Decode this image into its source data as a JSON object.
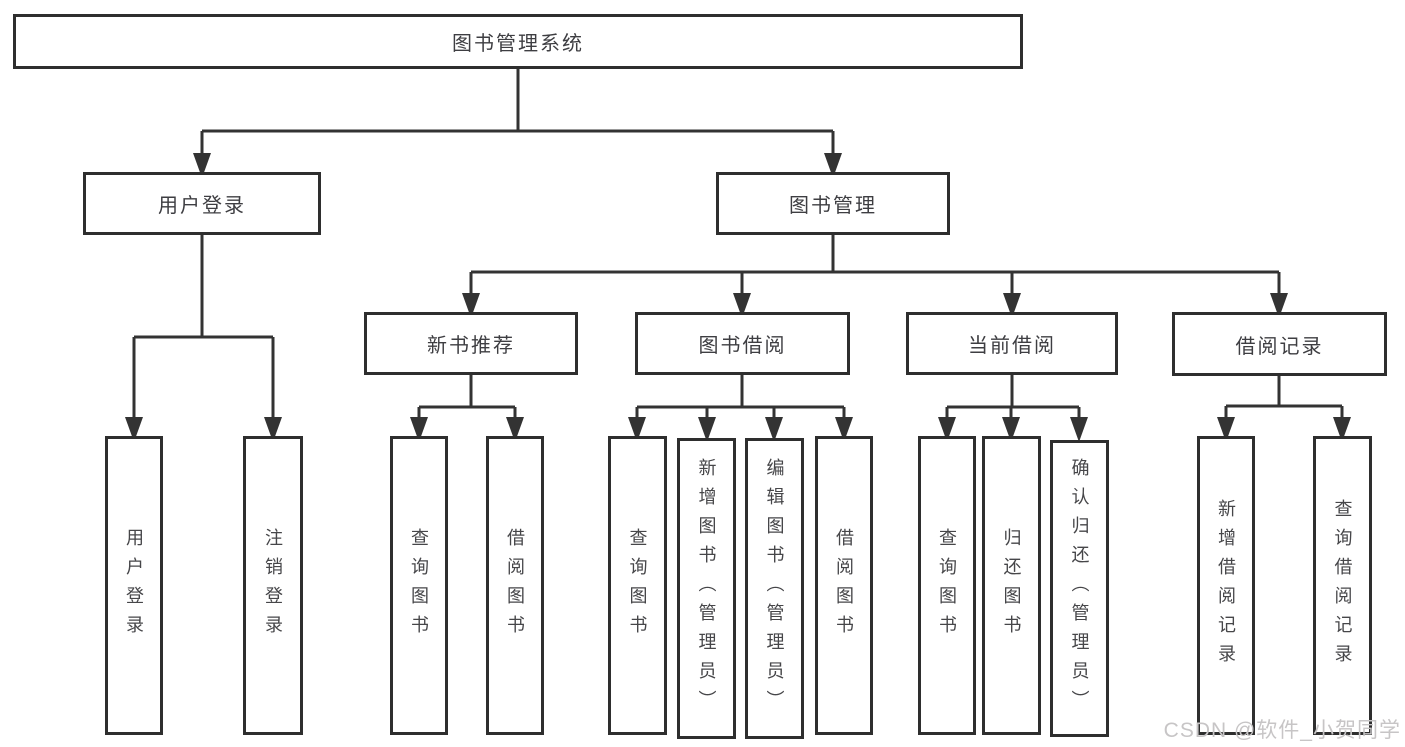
{
  "tree": {
    "root": {
      "label": "图书管理系统",
      "children": [
        {
          "label": "用户登录",
          "children": [
            {
              "label": "用户登录"
            },
            {
              "label": "注销登录"
            }
          ]
        },
        {
          "label": "图书管理",
          "children": [
            {
              "label": "新书推荐",
              "children": [
                {
                  "label": "查询图书"
                },
                {
                  "label": "借阅图书"
                }
              ]
            },
            {
              "label": "图书借阅",
              "children": [
                {
                  "label": "查询图书"
                },
                {
                  "label": "新增图书（管理员）"
                },
                {
                  "label": "编辑图书（管理员）"
                },
                {
                  "label": "借阅图书"
                }
              ]
            },
            {
              "label": "当前借阅",
              "children": [
                {
                  "label": "查询图书"
                },
                {
                  "label": "归还图书"
                },
                {
                  "label": "确认归还（管理员）"
                }
              ]
            },
            {
              "label": "借阅记录",
              "children": [
                {
                  "label": "新增借阅记录"
                },
                {
                  "label": "查询借阅记录"
                }
              ]
            }
          ]
        }
      ]
    }
  },
  "watermark": "CSDN @软件_小贺同学",
  "colors": {
    "background": "#ffffff",
    "box_border": "#2e2e2e",
    "connector": "#333333",
    "text": "#3e3e42",
    "watermark": "#c7c5c6"
  }
}
